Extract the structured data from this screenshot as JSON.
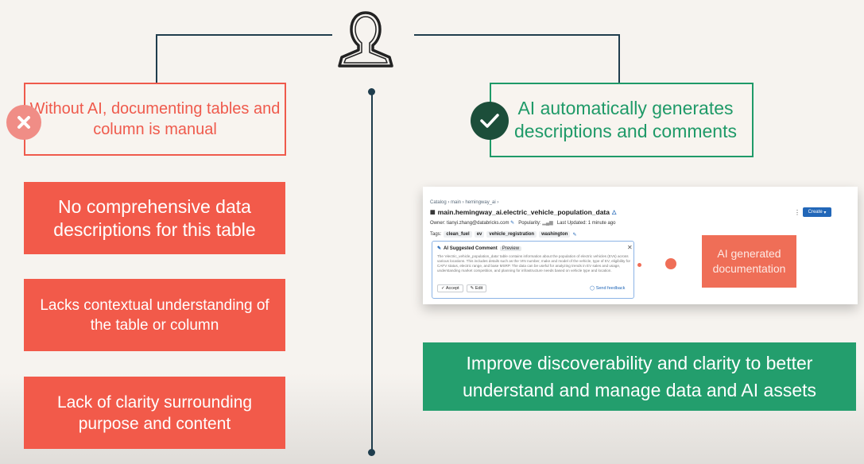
{
  "colors": {
    "negative": "#ef5a4c",
    "positive": "#1f9a68",
    "line": "#1f3d4d",
    "background": "#f6f3ef"
  },
  "icons": {
    "top": "person-icon",
    "negative": "x-icon",
    "positive": "check-icon"
  },
  "left": {
    "heading": "Without AI, documenting tables and column is manual",
    "points": [
      "No comprehensive data descriptions for this table",
      "Lacks contextual understanding of the table or column",
      "Lack of clarity surrounding purpose and content"
    ]
  },
  "right": {
    "heading": "AI automatically generates descriptions and comments",
    "benefit": "Improve discoverability and clarity to better understand and manage data and AI assets",
    "callout": "AI generated documentation"
  },
  "screenshot": {
    "breadcrumb": "Catalog › main › hemingway_ai ›",
    "table_name": "main.hemingway_ai.electric_vehicle_population_data",
    "owner_label": "Owner:",
    "owner": "tianyi.zhang@databricks.com",
    "popularity_label": "Popularity:",
    "updated_label": "Last Updated:",
    "updated": "1 minute ago",
    "tags_label": "Tags:",
    "tags": [
      "clean_fuel",
      "ev",
      "vehicle_registration",
      "washington"
    ],
    "create_button": "Create",
    "ai_card": {
      "title": "AI Suggested Comment",
      "badge": "Preview",
      "body": "The 'electric_vehicle_population_data' table contains information about the population of electric vehicles (EVs) across various locations. This includes details such as the VIN number, make and model of the vehicle, type of EV, eligibility for CAFV status, electric range, and base MSRP. The data can be useful for analyzing trends in EV sales and usage, understanding market competition, and planning for infrastructure needs based on vehicle type and location.",
      "accept": "Accept",
      "edit": "Edit",
      "feedback": "Send feedback"
    }
  }
}
